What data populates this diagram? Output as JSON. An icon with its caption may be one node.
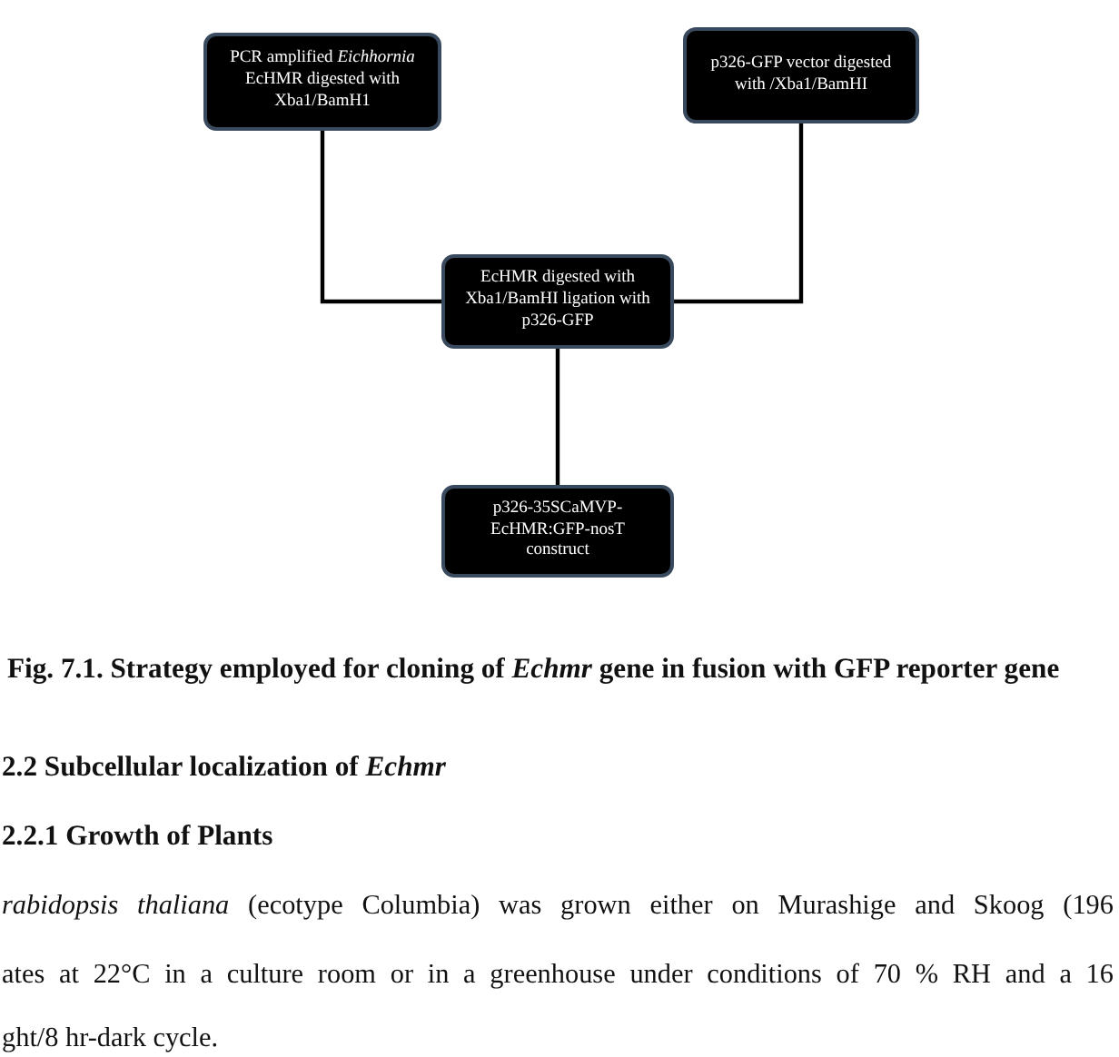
{
  "diagram": {
    "caption": "Fig. 7.1. Strategy employed for cloning of *Echmr* gene in fusion with GFP reporter gene",
    "nodes": [
      {
        "text": [
          "PCR amplified *Eichhornia* EcHMR digested with Xba1/BamH1"
        ]
      },
      {
        "text": [
          "p326-GFP vector digested with /Xba1/BamHI"
        ]
      },
      {
        "text": [
          "EcHMR digested with Xba1/BamHI ligation with p326-GFP"
        ]
      },
      {
        "text": [
          "p326-35SCaMVP- EcHMR:GFP-nosT construct"
        ]
      }
    ],
    "edges": [
      {
        "from": 0,
        "to": 2,
        "arrow": "none"
      },
      {
        "from": 1,
        "to": 2,
        "arrow": "none"
      },
      {
        "from": 2,
        "to": 3,
        "arrow": "none"
      }
    ],
    "labels": [
      "2.2 Subcellular localization of *Echmr*",
      "2.2.1 Growth of Plants",
      "*rabidopsis thaliana* (ecotype Columbia) was grown either on Murashige and Skoog (196",
      "ates at 22°C in a culture room or in a greenhouse under conditions of 70 % RH and a 16",
      "ght/8 hr-dark cycle."
    ]
  }
}
